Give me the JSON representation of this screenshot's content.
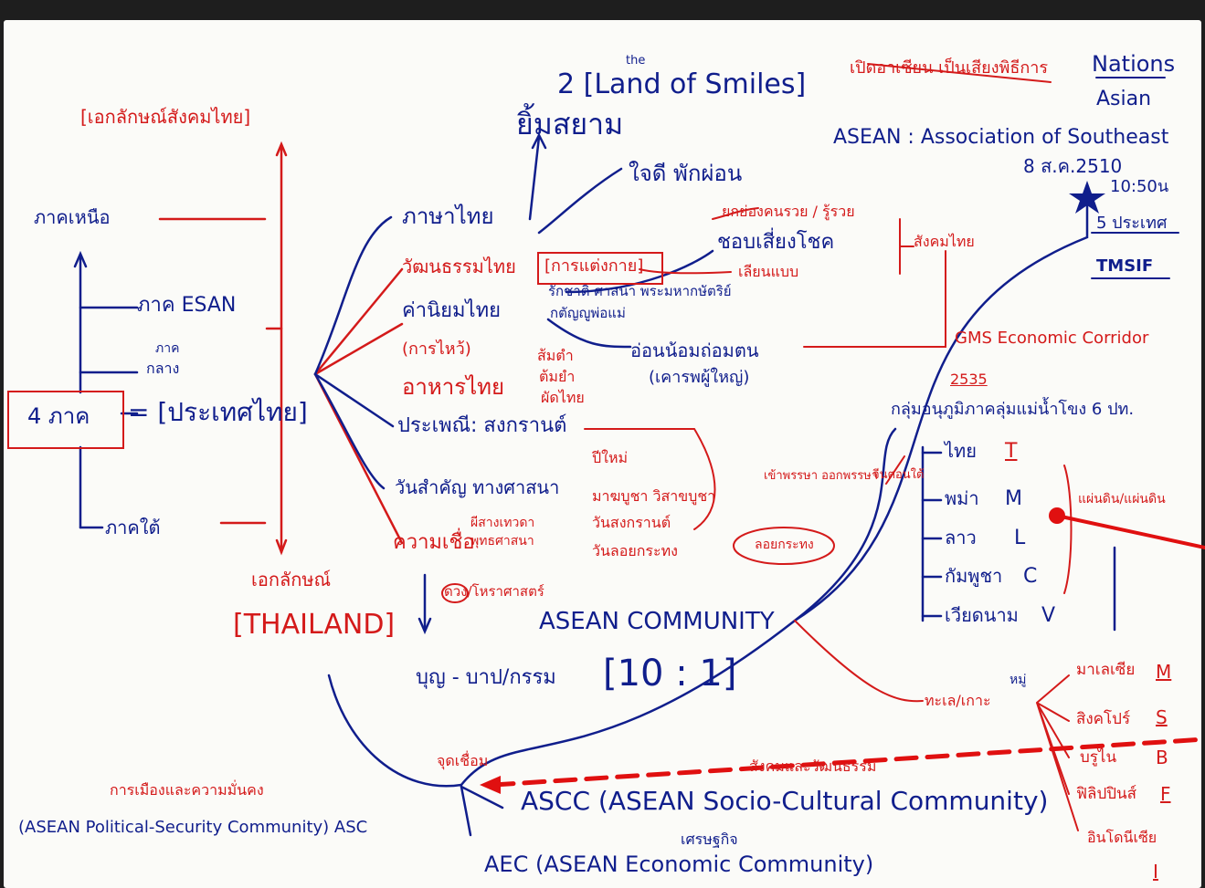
{
  "colors": {
    "blue_ink": "#101e8c",
    "red_ink": "#d41a1a",
    "paper": "#fbfbf8",
    "background": "#1e1e1e"
  },
  "left": {
    "identity_thai_society": "[เอกลักษณ์สังคมไทย]",
    "north": "ภาคเหนือ",
    "esan": "ภาค ESAN",
    "central_a": "ภาค",
    "central_b": "กลาง",
    "four_regions": "4 ภาค",
    "equals_thailand": "= [ประเทศไทย]",
    "south": "ภาคใต้",
    "identity": "เอกลักษณ์",
    "thailand": "[THAILAND]"
  },
  "top": {
    "land_of_smiles": "2 [Land of Smiles]",
    "the": "the",
    "siam_smile": "ยิ้มสยาม",
    "friendly": "ใจดี พักผ่อน",
    "opening": "เปิดอาเซียน เป็นเสียงพิธีการ",
    "nations": "Nations",
    "asian": "Asian",
    "asean_full": "ASEAN : Association of Southeast",
    "date": "8 ส.ค.2510",
    "time": "10:50น",
    "five_countries": "5 ประเทศ",
    "tmsif": "TMSIF"
  },
  "middle": {
    "thai_language": "ภาษาไทย",
    "thai_culture": "วัฒนธรรมไทย",
    "dress": "[การแต่งกาย]",
    "thai_values": "ค่านิยมไทย",
    "value_1": "ยกย่องคนรวย / รู้รวย",
    "value_2": "ชอบเสี่ยงโชค",
    "value_3": "เลียนแบบ",
    "value_4": "รักชาติ ศาสนา พระมหากษัตริย์",
    "value_5": "กตัญญูพ่อแม่",
    "value_6": "อ่อนน้อมถ่อมตน",
    "value_7": "(เคารพผู้ใหญ่)",
    "thai_society": "สังคมไทย",
    "wai": "(การไหว้)",
    "thai_food": "อาหารไทย",
    "food_1": "ต้มยำ",
    "food_2": "ส้มตำ",
    "food_3": "ผัดไทย",
    "tradition": "ประเพณี: สงกรานต์",
    "holidays": "วันสำคัญ ทางศาสนา",
    "holiday_1": "ปีใหม่",
    "holiday_2": "มาฆบูชา วิสาขบูชา",
    "holiday_3": "วันสงกรานต์",
    "holiday_4": "วันลอยกระทง",
    "holiday_5": "เข้าพรรษา ออกพรรษา",
    "holiday_6": "ลอยกระทง",
    "beliefs": "ความเชื่อ",
    "belief_1": "ผีสางเทวดา",
    "belief_2": "พุทธศาสนา",
    "belief_3": "ดวง/โหราศาสตร์",
    "merit": "บุญ - บาป/กรรม",
    "asean_community": "ASEAN COMMUNITY",
    "ratio": "[10 : 1]",
    "connection": "จุดเชื่อม"
  },
  "right": {
    "gms": "GMS Economic Corridor",
    "year": "2535",
    "mekong_group": "กลุ่มอนุภูมิภาคลุ่มแม่น้ำโขง 6 ปท.",
    "yunnan": "จีนตอนใต้",
    "country_1": "ไทย",
    "code_1": "T",
    "country_2": "พม่า",
    "code_2": "M",
    "country_3": "ลาว",
    "code_3": "L",
    "country_4": "กัมพูชา",
    "code_4": "C",
    "country_5": "เวียดนาม",
    "code_5": "V",
    "mainland": "แผ่นดิน/แผ่นดิน",
    "islands": "ทะเล/เกาะ",
    "island_label": "หมู่",
    "island_1": "มาเลเซีย",
    "island_1_code": "M",
    "island_2": "สิงคโปร์",
    "island_2_code": "S",
    "island_3": "บรูไน",
    "island_3_code": "B",
    "island_4": "ฟิลิปปินส์",
    "island_4_code": "F",
    "island_5": "อินโดนีเซีย",
    "island_5_code": "I"
  },
  "bottom": {
    "politics_thai": "การเมืองและความมั่นคง",
    "apsc": "(ASEAN Political-Security Community) ASC",
    "socio_thai": "สังคมและวัฒนธรรม",
    "ascc": "ASCC (ASEAN Socio-Cultural Community)",
    "econ_thai": "เศรษฐกิจ",
    "aec": "AEC (ASEAN Economic Community)"
  }
}
